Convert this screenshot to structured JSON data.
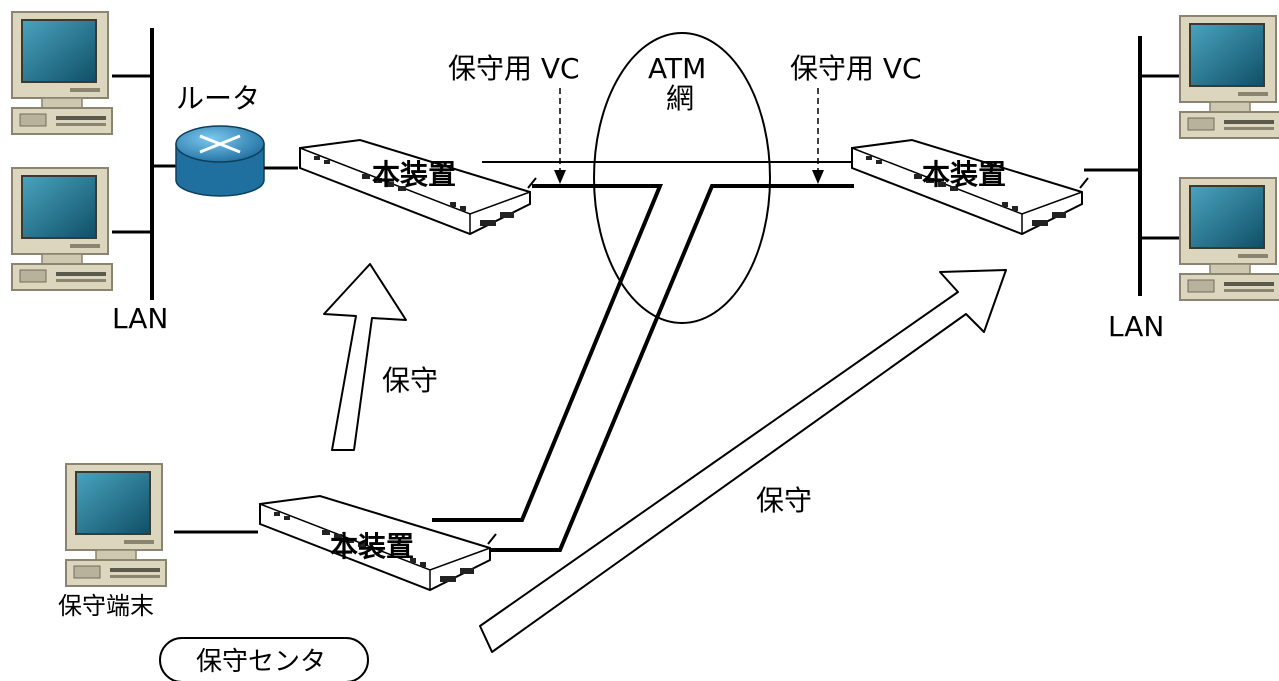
{
  "labels": {
    "router": "ルータ",
    "lan_left": "LAN",
    "lan_right": "LAN",
    "device_left": "本装置",
    "device_right": "本装置",
    "device_bottom": "本装置",
    "atm_line1": "ATM",
    "atm_line2": "網",
    "vc_left": "保守用 VC",
    "vc_right": "保守用 VC",
    "maint_left": "保守",
    "maint_right": "保守",
    "terminal": "保守端末",
    "center": "保守センタ"
  },
  "colors": {
    "monitor_bezel": "#d8d0b8",
    "screen": "#1e6f86",
    "router": "#2d8fc0",
    "line": "#000000"
  },
  "icons": {
    "pc": "desktop-computer-icon",
    "router": "router-icon",
    "device": "network-device-icon"
  }
}
